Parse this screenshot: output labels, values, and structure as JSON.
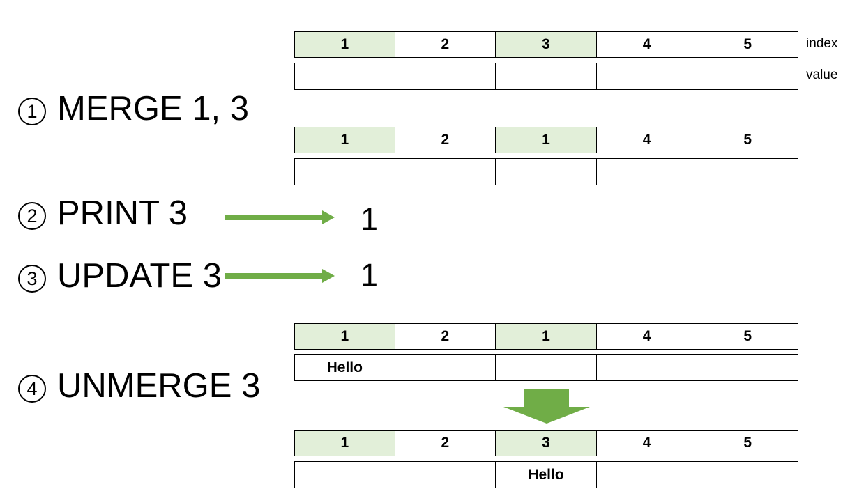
{
  "labels": {
    "index": "index",
    "value": "value"
  },
  "steps": [
    {
      "num": "1",
      "text": "MERGE 1, 3"
    },
    {
      "num": "2",
      "text": "PRINT 3"
    },
    {
      "num": "3",
      "text": "UPDATE 3"
    },
    {
      "num": "4",
      "text": "UNMERGE 3"
    }
  ],
  "results": {
    "print": "1",
    "update": "1"
  },
  "tables": [
    {
      "index": [
        "1",
        "2",
        "3",
        "4",
        "5"
      ],
      "value": [
        "",
        "",
        "",
        "",
        ""
      ],
      "highlighted": [
        0,
        2
      ]
    },
    {
      "index": [
        "1",
        "2",
        "1",
        "4",
        "5"
      ],
      "value": [
        "",
        "",
        "",
        "",
        ""
      ],
      "highlighted": [
        0,
        2
      ]
    },
    {
      "index": [
        "1",
        "2",
        "1",
        "4",
        "5"
      ],
      "value": [
        "Hello",
        "",
        "",
        "",
        ""
      ],
      "highlighted": [
        0,
        2
      ]
    },
    {
      "index": [
        "1",
        "2",
        "3",
        "4",
        "5"
      ],
      "value": [
        "",
        "",
        "Hello",
        "",
        ""
      ],
      "highlighted": [
        0,
        2
      ]
    }
  ],
  "colors": {
    "highlight": "#e2efd9",
    "arrow": "#70ad47",
    "border": "#000000"
  }
}
